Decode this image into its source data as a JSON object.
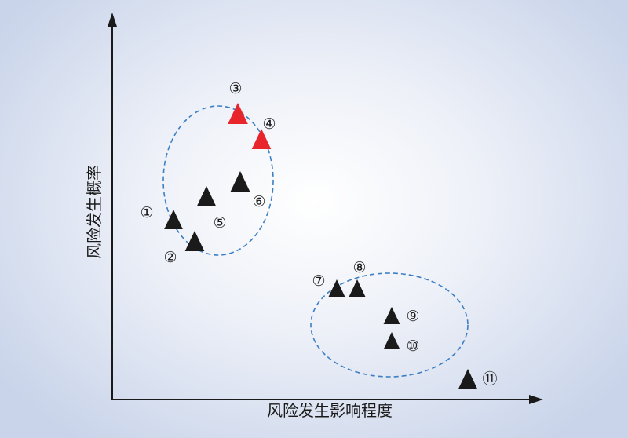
{
  "axes": {
    "x_label": "风险发生影响程度",
    "y_label": "风险发生概率"
  },
  "colors": {
    "normal": "#1a1a1a",
    "highlight": "#e8252b",
    "cluster_outline": "#3d7fc4"
  },
  "risks": [
    {
      "id": 1,
      "label": "①",
      "highlight": false
    },
    {
      "id": 2,
      "label": "②",
      "highlight": false
    },
    {
      "id": 3,
      "label": "③",
      "highlight": true
    },
    {
      "id": 4,
      "label": "④",
      "highlight": true
    },
    {
      "id": 5,
      "label": "⑤",
      "highlight": false
    },
    {
      "id": 6,
      "label": "⑥",
      "highlight": false
    },
    {
      "id": 7,
      "label": "⑦",
      "highlight": false
    },
    {
      "id": 8,
      "label": "⑧",
      "highlight": false
    },
    {
      "id": 9,
      "label": "⑨",
      "highlight": false
    },
    {
      "id": 10,
      "label": "⑩",
      "highlight": false
    },
    {
      "id": 11,
      "label": "⑪",
      "highlight": false
    }
  ]
}
